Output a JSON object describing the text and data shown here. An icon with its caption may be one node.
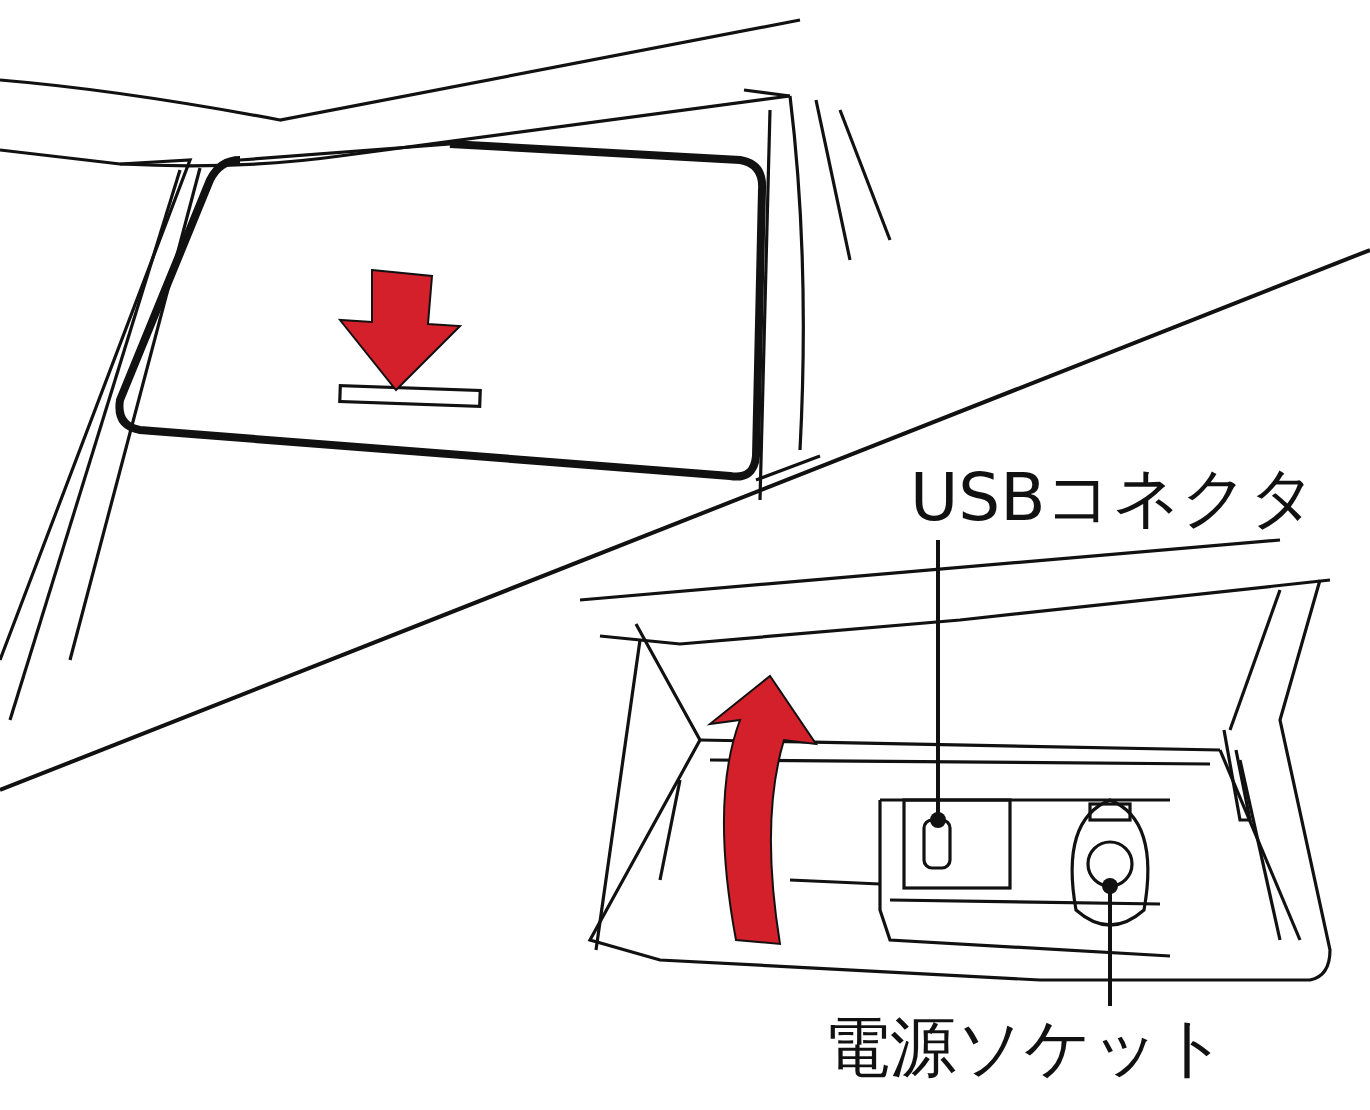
{
  "diagram": {
    "nodes": [
      {
        "text": [
          "USBコネクタ"
        ]
      },
      {
        "text": [],
        "shape": "box"
      },
      {
        "text": [
          "電源ソケット"
        ]
      },
      {
        "text": [],
        "shape": "circle"
      }
    ],
    "edges": [
      {
        "from": 0,
        "to": 1,
        "arrow": "other"
      },
      {
        "from": 2,
        "to": 3,
        "arrow": "other"
      }
    ]
  }
}
